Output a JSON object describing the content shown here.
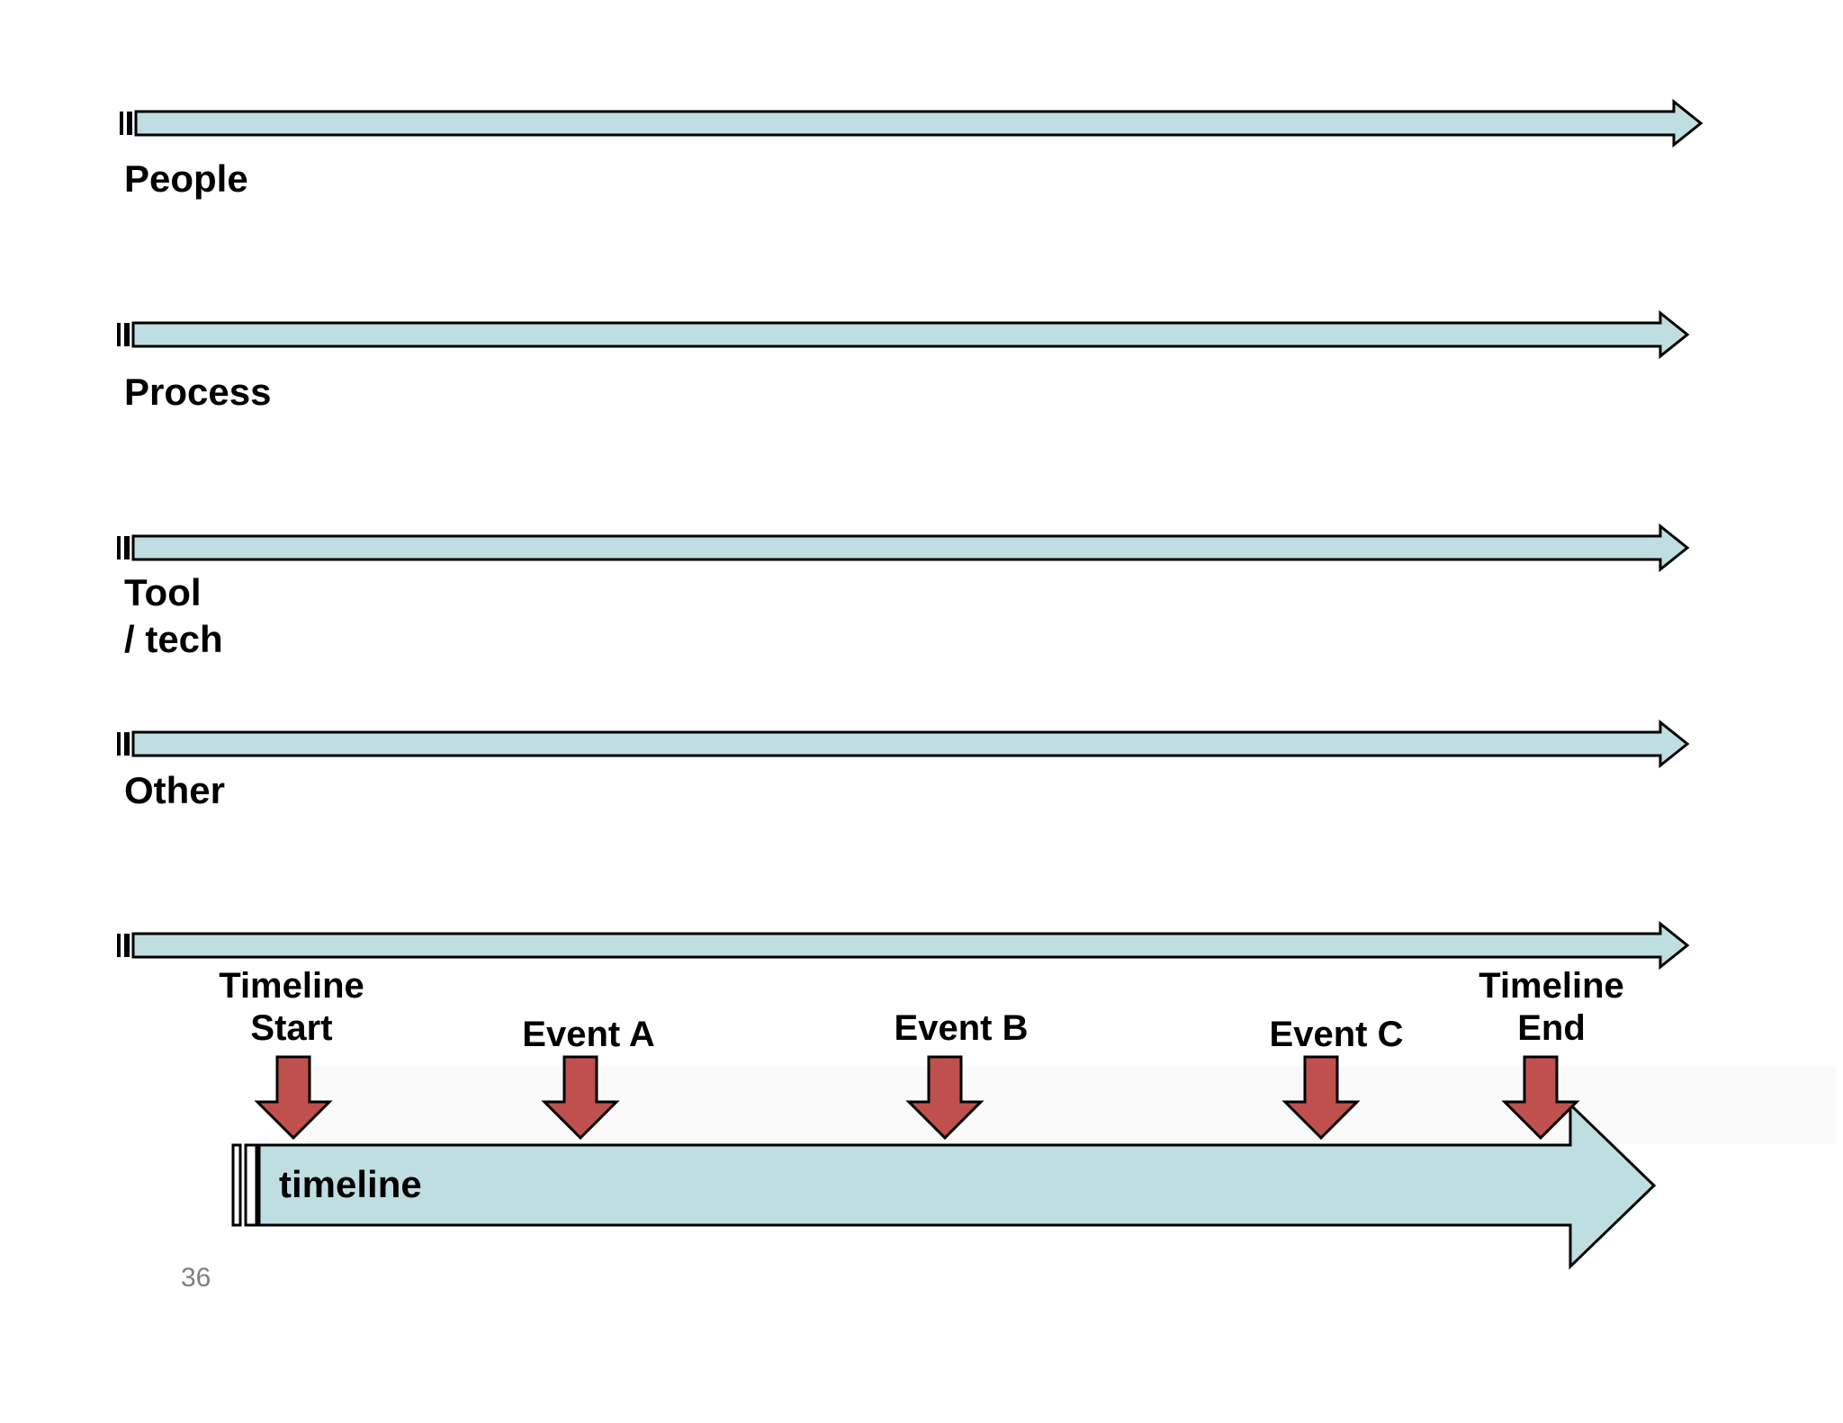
{
  "slide": {
    "page_number": "36"
  },
  "colors": {
    "lane_fill": "#bfdee2",
    "stripe_fill": "#ffffff",
    "marker_fill": "#c0504d",
    "outline": "#000000",
    "page_number_color": "#7f7f7f"
  },
  "swimlanes": {
    "items": [
      {
        "label": "People"
      },
      {
        "label": "Process"
      },
      {
        "label": "Tool\n/ tech"
      },
      {
        "label": "Other"
      }
    ]
  },
  "timeline": {
    "bar_label": "timeline",
    "markers": [
      {
        "label": "Timeline\nStart"
      },
      {
        "label": "Event A"
      },
      {
        "label": "Event B"
      },
      {
        "label": "Event C"
      },
      {
        "label": "Timeline\nEnd"
      }
    ]
  }
}
